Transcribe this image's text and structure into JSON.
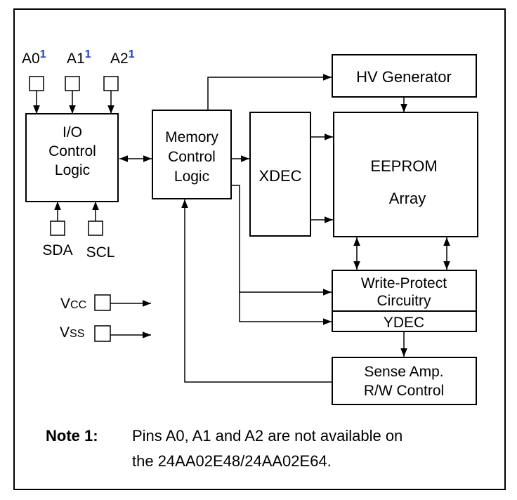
{
  "pins": {
    "a0": "A0",
    "a1": "A1",
    "a2": "A2",
    "footnote_ref": "1",
    "sda": "SDA",
    "scl": "SCL",
    "vcc_main": "V",
    "vcc_sub": "CC",
    "vss_main": "V",
    "vss_sub": "SS"
  },
  "blocks": {
    "io_control": [
      "I/O",
      "Control",
      "Logic"
    ],
    "memory_control": [
      "Memory",
      "Control",
      "Logic"
    ],
    "hv_generator": "HV Generator",
    "xdec": "XDEC",
    "eeprom": [
      "EEPROM",
      "Array"
    ],
    "write_protect": [
      "Write-Protect",
      "Circuitry"
    ],
    "ydec": "YDEC",
    "sense_amp": [
      "Sense Amp.",
      "R/W Control"
    ]
  },
  "note": {
    "label": "Note 1:",
    "line1": "Pins A0, A1 and A2 are not available on",
    "line2": "the 24AA02E48/24AA02E64."
  }
}
